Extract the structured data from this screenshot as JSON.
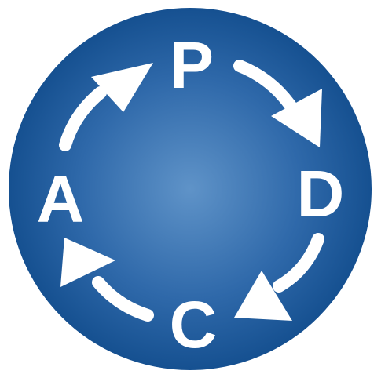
{
  "diagram": {
    "letters": {
      "p": "P",
      "d": "D",
      "c": "C",
      "a": "A"
    }
  },
  "colors": {
    "circle_center": "#5f93c8",
    "circle_mid": "#2f69aa",
    "circle_edge": "#0f4a8a",
    "foreground": "#ffffff"
  }
}
